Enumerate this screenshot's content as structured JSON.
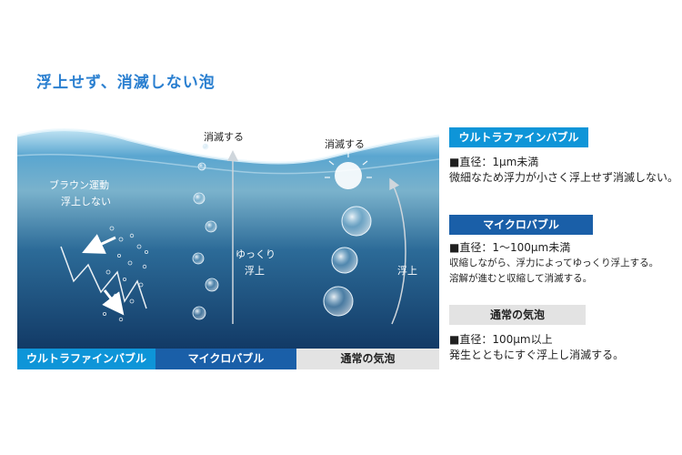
{
  "heading": "浮上せず、消滅しない泡",
  "scene": {
    "labels": {
      "brownian": [
        "ブラウン運動",
        "浮上しない"
      ],
      "micro_vanish": "消滅する",
      "micro_rise": [
        "ゆっくり",
        "浮上"
      ],
      "normal_vanish": "消滅する",
      "normal_rise": "浮上"
    },
    "bottom": {
      "ultra": "ウルトラファインバブル",
      "micro": "マイクロバブル",
      "normal": "通常の気泡"
    }
  },
  "legend": {
    "ultra": {
      "badge": "ウルトラファインバブル",
      "diameter": "■直径：1μm未満",
      "desc": [
        "微細なため浮力が小さく浮上せず消滅しない。"
      ]
    },
    "micro": {
      "badge": "マイクロバブル",
      "diameter": "■直径：1～100μm未満",
      "desc": [
        "収縮しながら、浮力によってゆっくり浮上する。",
        "溶解が進むと収縮して消滅する。"
      ]
    },
    "normal": {
      "badge": "通常の気泡",
      "diameter": "■直径：100μm以上",
      "desc": [
        "発生とともにすぐ浮上し消滅する。"
      ]
    }
  },
  "colors": {
    "heading": "#2a7fd0",
    "ultra": "#0e95d8",
    "micro": "#1a5fa8",
    "normal": "#e3e3e3",
    "water_top": "#7fb9d8",
    "water_deep": "#123a66"
  }
}
